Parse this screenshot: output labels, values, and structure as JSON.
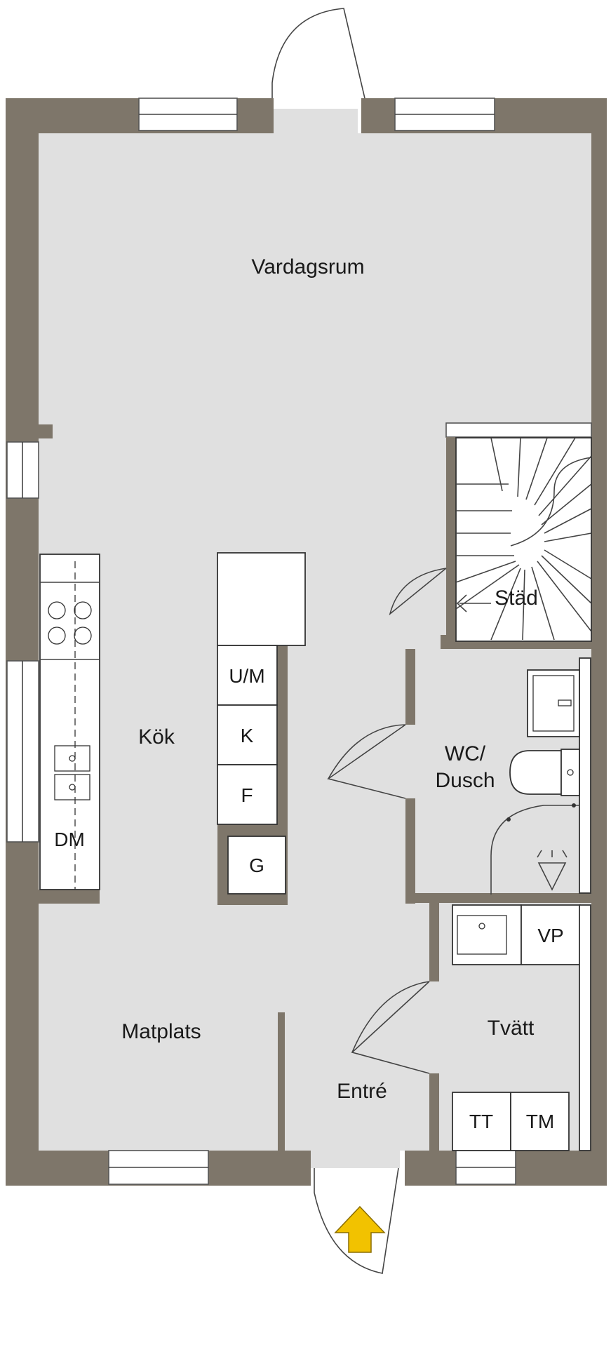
{
  "rooms": {
    "vardagsrum": "Vardagsrum",
    "kok": "Kök",
    "matplats": "Matplats",
    "entre": "Entré",
    "wc_line1": "WC/",
    "wc_line2": "Dusch",
    "tvatt": "Tvätt",
    "stad": "Städ"
  },
  "fixtures": {
    "um": "U/M",
    "k": "K",
    "f": "F",
    "g": "G",
    "dm": "DM",
    "vp": "VP",
    "tt": "TT",
    "tm": "TM"
  },
  "colors": {
    "wall": "#7e766a",
    "floor": "#e0e0e0",
    "arrow": "#f2c200"
  },
  "icons": {
    "entrance": "entrance-arrow-icon"
  }
}
